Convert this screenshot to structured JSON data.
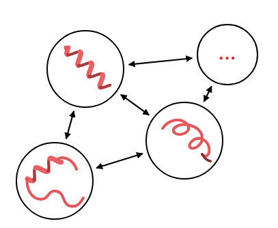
{
  "diagram": {
    "nodes": [
      {
        "text": []
      },
      {
        "text": [
          "..."
        ]
      },
      {
        "text": []
      },
      {
        "text": []
      }
    ],
    "edges": [
      {
        "from": 0,
        "to": 1,
        "arrow": "both"
      },
      {
        "from": 0,
        "to": 3,
        "arrow": "both"
      },
      {
        "from": 0,
        "to": 2,
        "arrow": "both"
      },
      {
        "from": 2,
        "to": 3,
        "arrow": "both"
      },
      {
        "from": 3,
        "to": 1,
        "arrow": "both"
      }
    ]
  }
}
